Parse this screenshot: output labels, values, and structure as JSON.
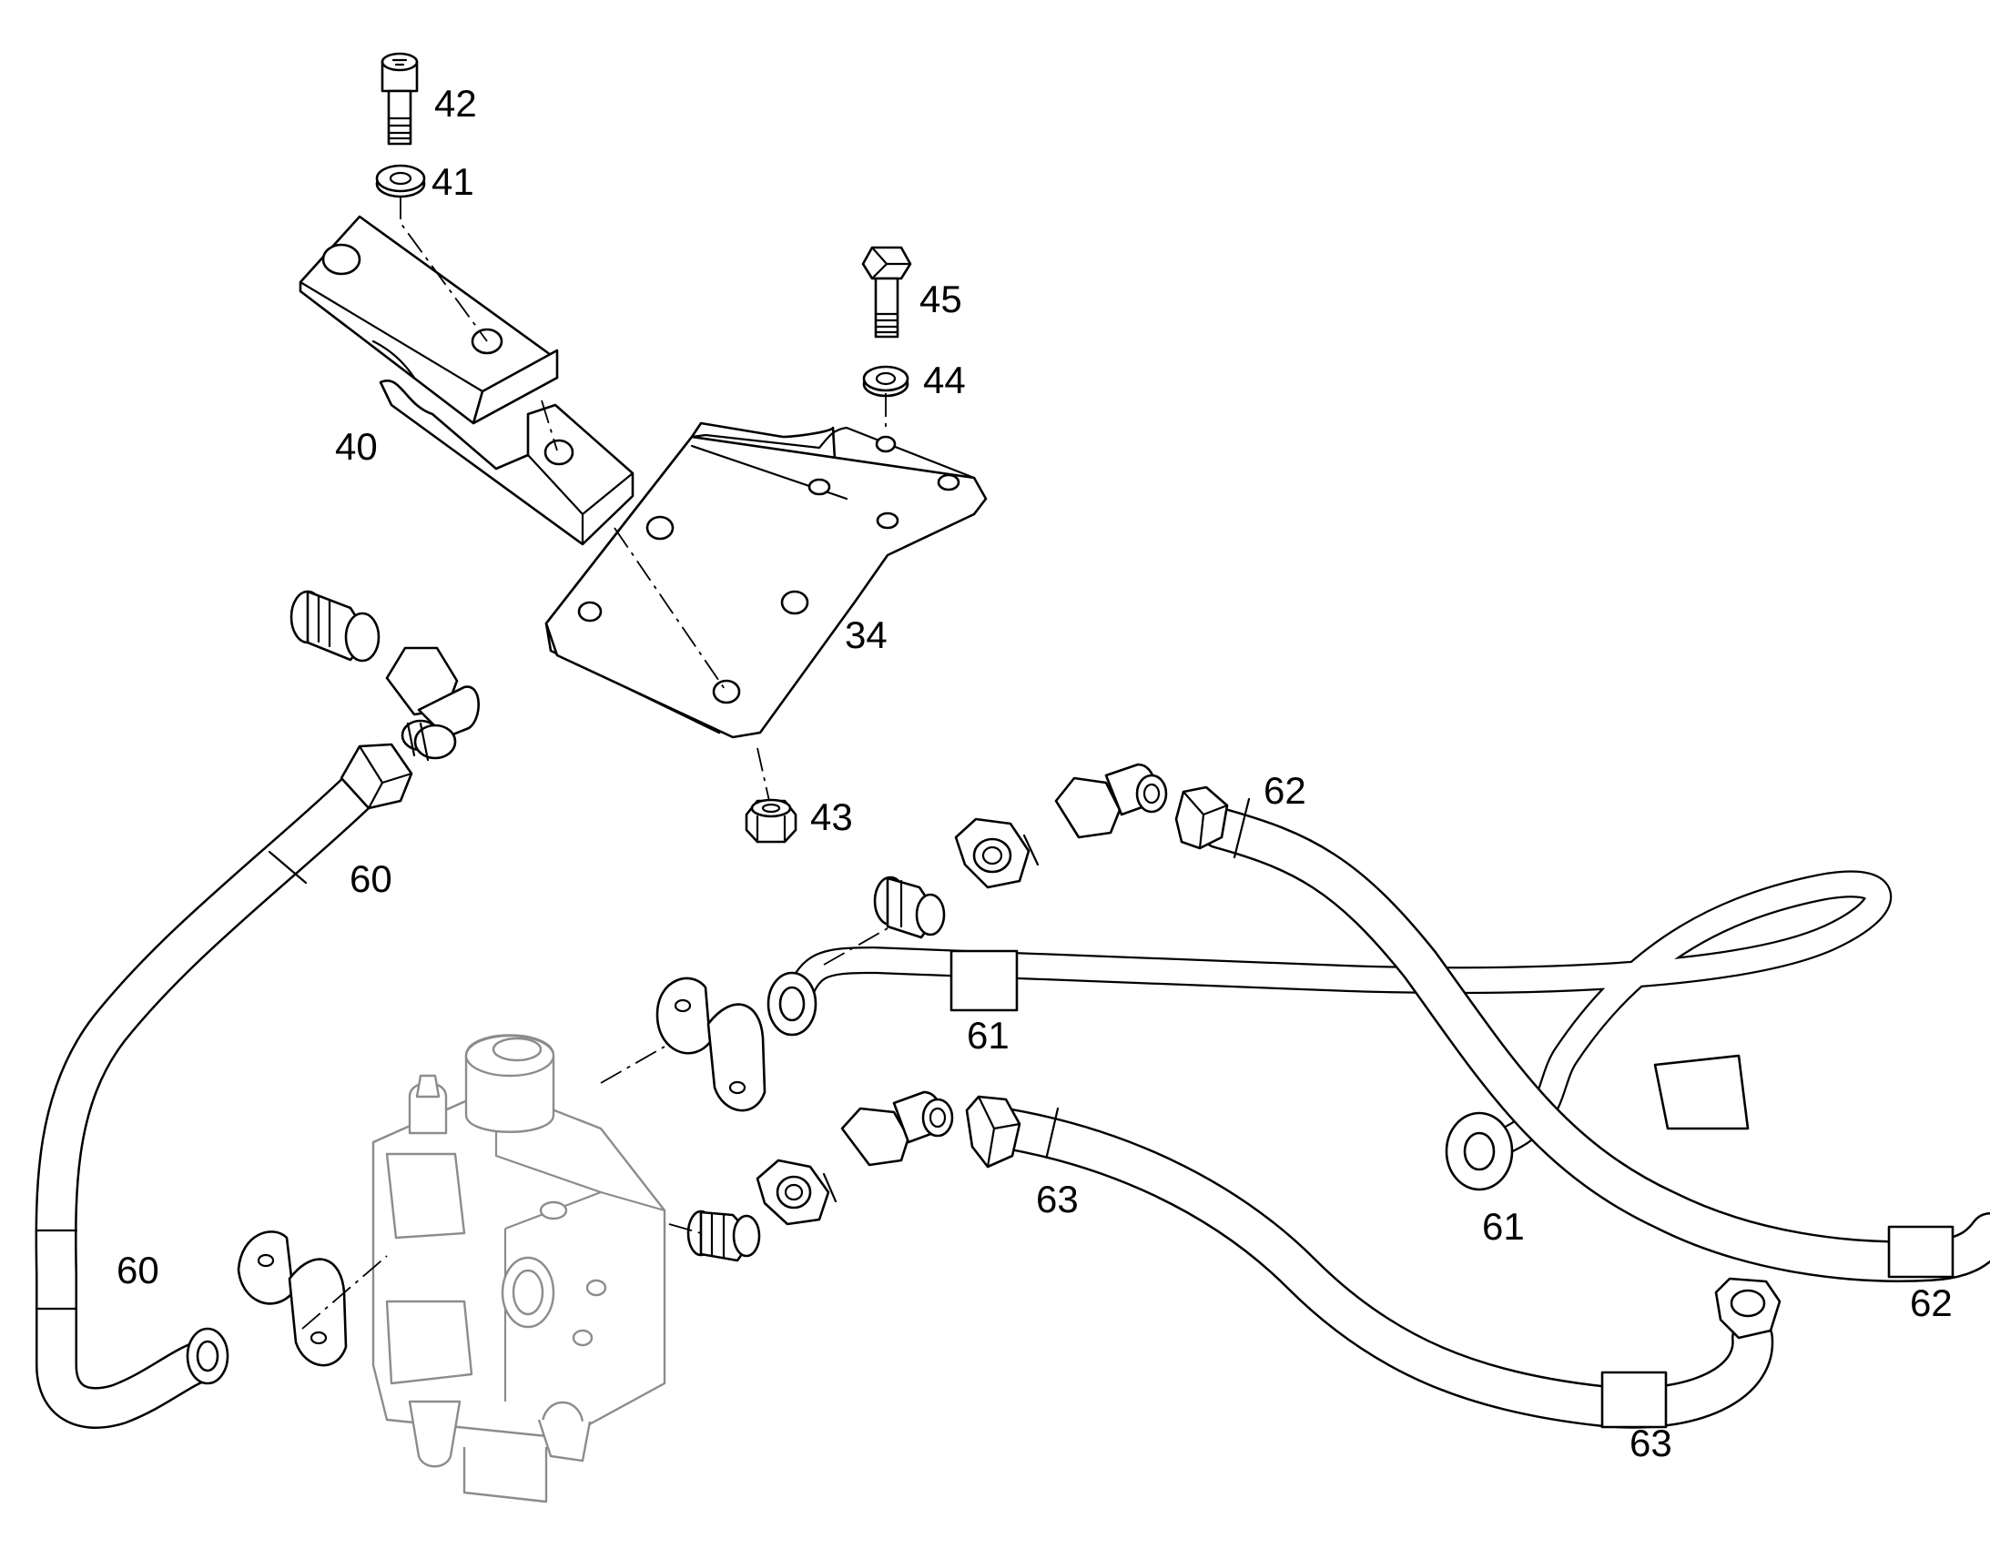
{
  "labels": {
    "p34": "34",
    "p40": "40",
    "p41": "41",
    "p42": "42",
    "p43": "43",
    "p44": "44",
    "p45": "45",
    "p60a": "60",
    "p60b": "60",
    "p61a": "61",
    "p61b": "61",
    "p62a": "62",
    "p62b": "62",
    "p63a": "63",
    "p63b": "63"
  },
  "colors": {
    "line": "#000000",
    "ghost_line": "#8c8c8c",
    "background": "#ffffff"
  }
}
